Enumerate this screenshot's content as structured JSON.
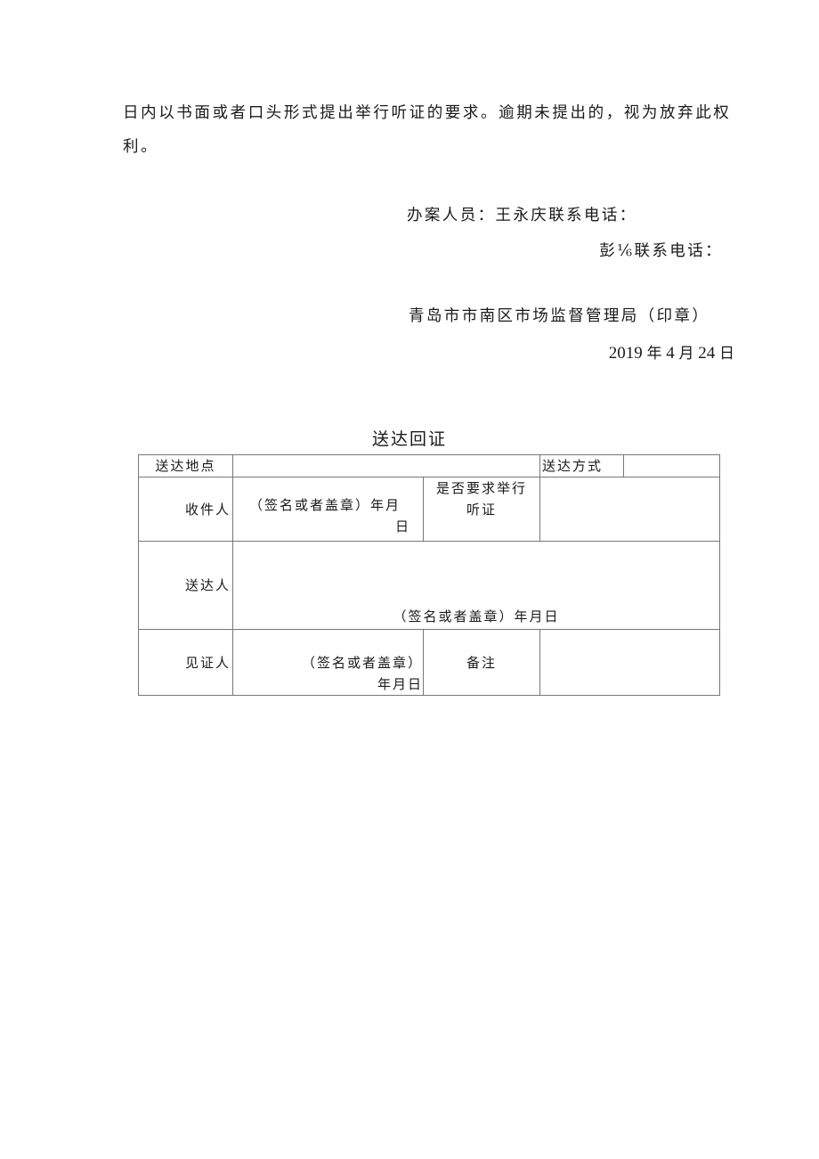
{
  "body_text": {
    "line1": "日内以书面或者口头形式提出举行听证的要求。逾期未提出的，视为放弃此权",
    "line2": "利。"
  },
  "signature_block": {
    "handler_line": "办案人员：王永庆联系电话：",
    "handler2_line": "彭⅙联系电话：",
    "issuer": "青岛市市南区市场监督管理局（印章）",
    "date": {
      "year": "2019",
      "year_unit": "年",
      "month": "4",
      "month_unit": "月",
      "day": "24",
      "day_unit": "日"
    }
  },
  "receipt": {
    "title": "送达回证",
    "rows": {
      "delivery_place_label": "送达地点",
      "delivery_place_value": "",
      "delivery_method_label": "送达方式",
      "delivery_method_value": "",
      "recipient_label": "收件人",
      "recipient_sign": "（签名或者盖章）年月",
      "recipient_sign_day": "日",
      "hearing_request_label_1": "是否要求举行",
      "hearing_request_label_2": "听证",
      "hearing_request_value": "",
      "deliverer_label": "送达人",
      "deliverer_sign": "（签名或者盖章）年月日",
      "witness_label": "见证人",
      "witness_sign_1": "（签名或者盖章）",
      "witness_sign_2": "年月日",
      "remarks_label": "备注",
      "remarks_value": ""
    }
  }
}
